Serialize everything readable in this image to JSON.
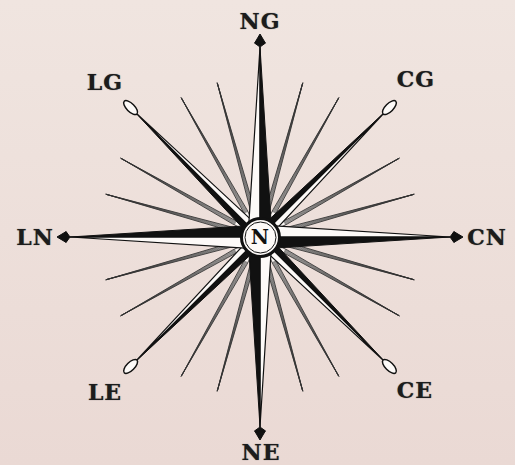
{
  "diagram": {
    "nodes": [
      {
        "text": [
          "N"
        ]
      }
    ],
    "labels": [
      "NG",
      "CG",
      "CN",
      "CE",
      "NE",
      "LE",
      "LN",
      "LG"
    ]
  }
}
